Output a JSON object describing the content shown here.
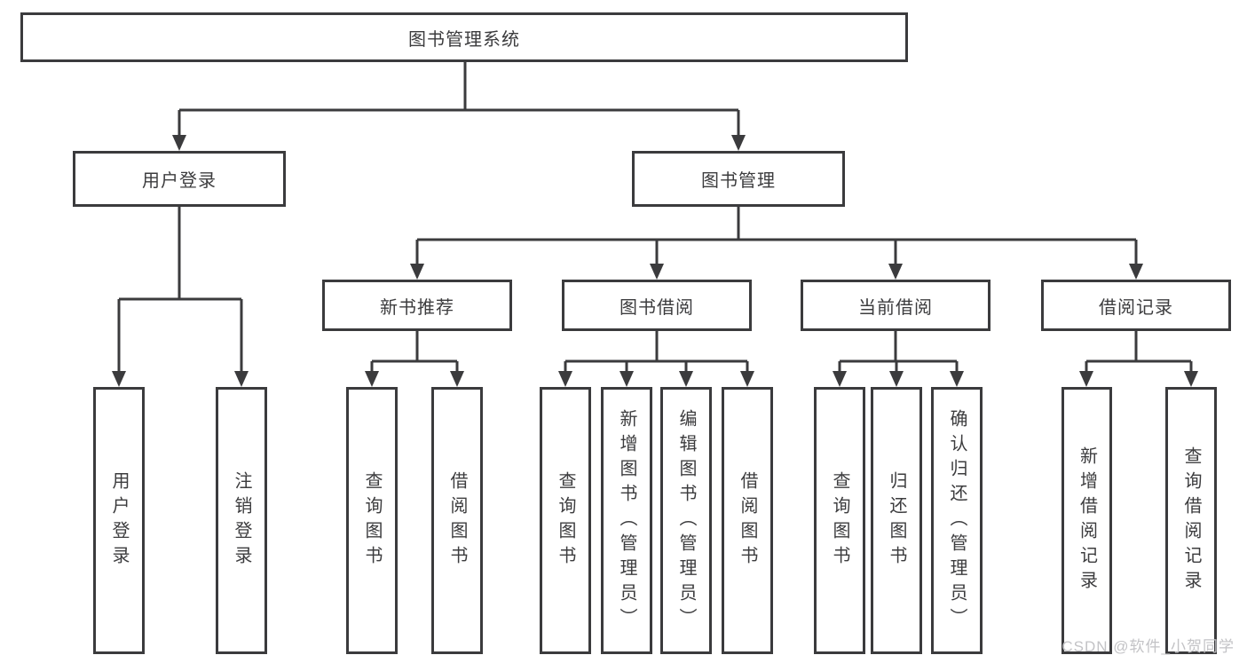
{
  "diagram": {
    "title": "图书管理系统",
    "tree": {
      "label": "图书管理系统",
      "children": [
        {
          "label": "用户登录",
          "children": [
            {
              "label": "用户登录"
            },
            {
              "label": "注销登录"
            }
          ]
        },
        {
          "label": "图书管理",
          "children": [
            {
              "label": "新书推荐",
              "children": [
                {
                  "label": "查询图书"
                },
                {
                  "label": "借阅图书"
                }
              ]
            },
            {
              "label": "图书借阅",
              "children": [
                {
                  "label": "查询图书"
                },
                {
                  "label": "新增图书（管理员）"
                },
                {
                  "label": "编辑图书（管理员）"
                },
                {
                  "label": "借阅图书"
                }
              ]
            },
            {
              "label": "当前借阅",
              "children": [
                {
                  "label": "查询图书"
                },
                {
                  "label": "归还图书"
                },
                {
                  "label": "确认归还（管理员）"
                }
              ]
            },
            {
              "label": "借阅记录",
              "children": [
                {
                  "label": "新增借阅记录"
                },
                {
                  "label": "查询借阅记录"
                }
              ]
            }
          ]
        }
      ]
    },
    "line_color": "#3b3b3d",
    "box_background": "#ffffff"
  },
  "watermark": {
    "text": "CSDN @软件_小贺同学"
  }
}
